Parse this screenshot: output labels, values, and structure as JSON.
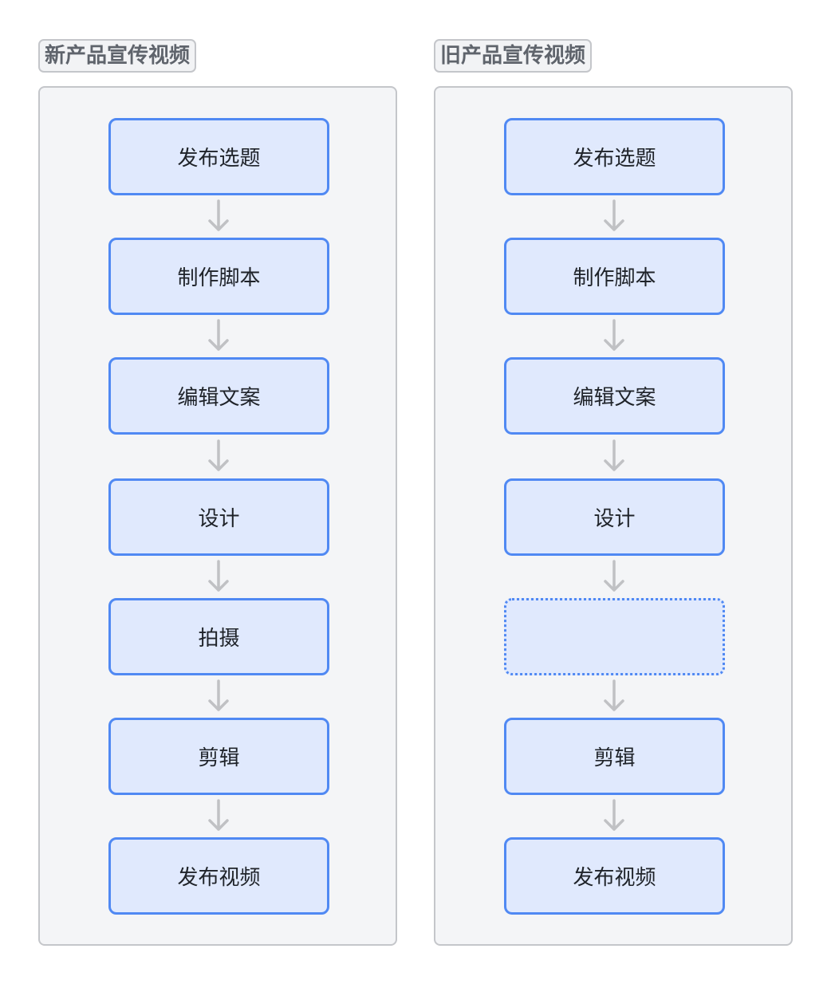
{
  "colors": {
    "node_border": "#5089f3",
    "node_fill": "#e0e9fd",
    "panel_fill": "#f4f5f7",
    "panel_border": "#c4c6ca",
    "arrow": "#c0c1c4",
    "title_text": "#5f646c"
  },
  "diagrams": [
    {
      "title": "新产品宣传视频",
      "steps": [
        {
          "label": "发布选题",
          "style": "solid"
        },
        {
          "label": "制作脚本",
          "style": "solid"
        },
        {
          "label": "编辑文案",
          "style": "solid"
        },
        {
          "label": "设计",
          "style": "solid"
        },
        {
          "label": "拍摄",
          "style": "solid"
        },
        {
          "label": "剪辑",
          "style": "solid"
        },
        {
          "label": "发布视频",
          "style": "solid"
        }
      ]
    },
    {
      "title": "旧产品宣传视频",
      "steps": [
        {
          "label": "发布选题",
          "style": "solid"
        },
        {
          "label": "制作脚本",
          "style": "solid"
        },
        {
          "label": "编辑文案",
          "style": "solid"
        },
        {
          "label": "设计",
          "style": "solid"
        },
        {
          "label": "",
          "style": "dotted"
        },
        {
          "label": "剪辑",
          "style": "solid"
        },
        {
          "label": "发布视频",
          "style": "solid"
        }
      ]
    }
  ]
}
